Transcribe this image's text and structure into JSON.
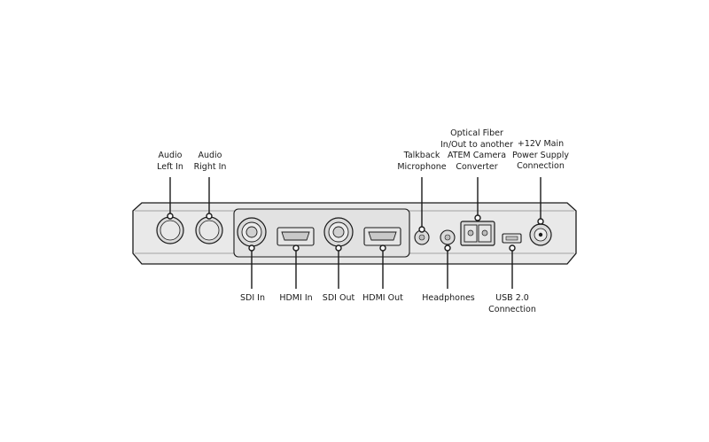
{
  "labels": {
    "audio_left_in": [
      "Audio",
      "Left In"
    ],
    "audio_right_in": [
      "Audio",
      "Right In"
    ],
    "talkback_microphone": [
      "Talkback",
      "Microphone"
    ],
    "optical_fiber": [
      "Optical Fiber",
      "In/Out to another",
      "ATEM Camera",
      "Converter"
    ],
    "power_supply": [
      "+12V Main",
      "Power Supply",
      "Connection"
    ],
    "sdi_in": [
      "SDI In"
    ],
    "hdmi_in": [
      "HDMI In"
    ],
    "sdi_out": [
      "SDI Out"
    ],
    "hdmi_out": [
      "HDMI Out"
    ],
    "headphones": [
      "Headphones"
    ],
    "usb": [
      "USB 2.0",
      "Connection"
    ]
  },
  "colors": {
    "body": "#e9e9e9",
    "outline": "#1a1a1a",
    "connector_fill": "#dadada"
  }
}
